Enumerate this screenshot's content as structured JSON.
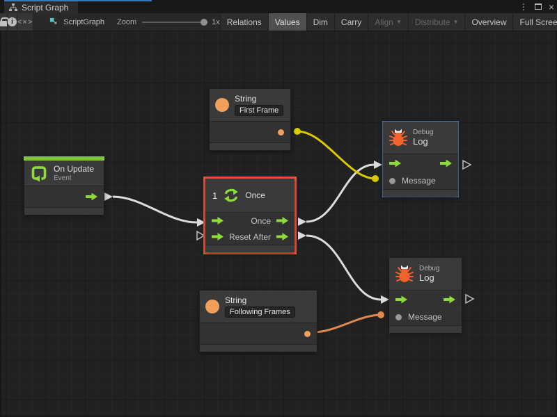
{
  "window": {
    "title": "Script Graph",
    "controls": {
      "menu": "⋮",
      "close": "×"
    }
  },
  "toolbar": {
    "code_glyph": "<×>",
    "graph_name": "ScriptGraph",
    "zoom_label": "Zoom",
    "zoom_value": "1x",
    "buttons": {
      "relations": "Relations",
      "values": "Values",
      "dim": "Dim",
      "carry": "Carry",
      "align": "Align",
      "distribute": "Distribute",
      "overview": "Overview",
      "fullscreen": "Full Screen"
    },
    "dropdown_arrow": "▼"
  },
  "icons": {
    "info": "i"
  },
  "nodes": {
    "on_update": {
      "title": "On Update",
      "subtitle": "Event"
    },
    "string_top": {
      "title": "String",
      "value": "First Frame"
    },
    "string_bottom": {
      "title": "String",
      "value": "Following Frames"
    },
    "once": {
      "badge": "1",
      "title": "Once",
      "out_once": "Once",
      "in_reset": "Reset",
      "out_after": "After"
    },
    "debug_top": {
      "category": "Debug",
      "title": "Log",
      "message": "Message"
    },
    "debug_bottom": {
      "category": "Debug",
      "title": "Log",
      "message": "Message"
    }
  },
  "colors": {
    "accent_green": "#8edc3c",
    "event_green": "#7fc43c",
    "orange": "#f0a05a",
    "bug_orange": "#f2622c",
    "selection_red": "#f4553c",
    "highlight_blue": "#4a7cb8",
    "wire_white": "#dcdcdc",
    "wire_yellow": "#d9cb00",
    "wire_orange": "#de8a4e",
    "tab_accent_blue": "#3d76b8",
    "teal": "#4fc8be"
  }
}
